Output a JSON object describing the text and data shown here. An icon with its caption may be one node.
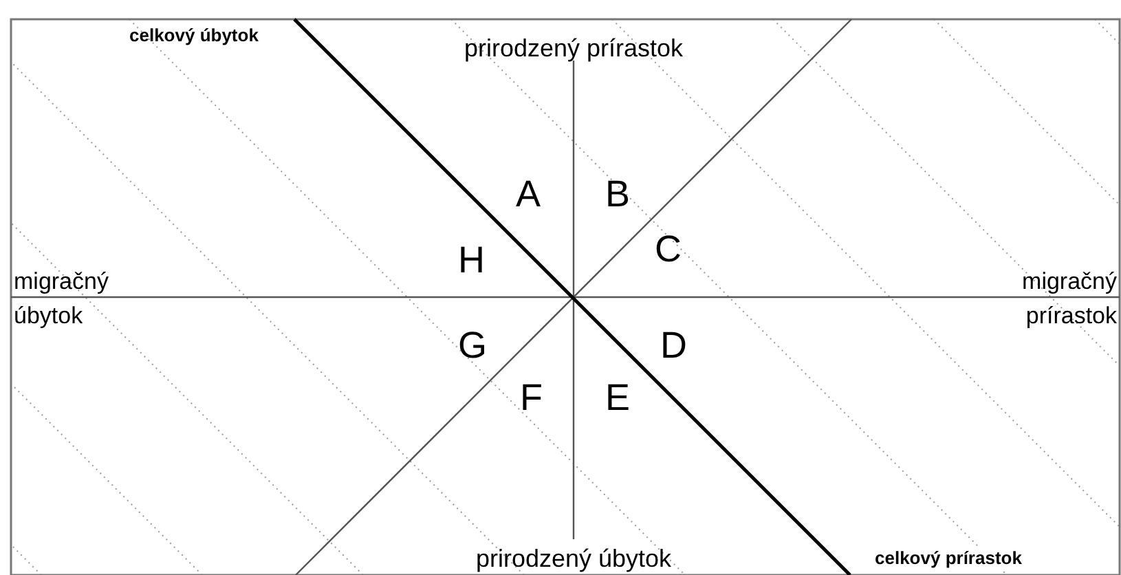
{
  "diagram": {
    "labels": [
      "celkový úbytok",
      "prirodzený prírastok",
      "A",
      "B",
      "H",
      "C",
      "migračný úbytok",
      "migračný prírastok",
      "G",
      "D",
      "F",
      "E",
      "prirodzený úbytok",
      "celkový prírastok"
    ]
  }
}
